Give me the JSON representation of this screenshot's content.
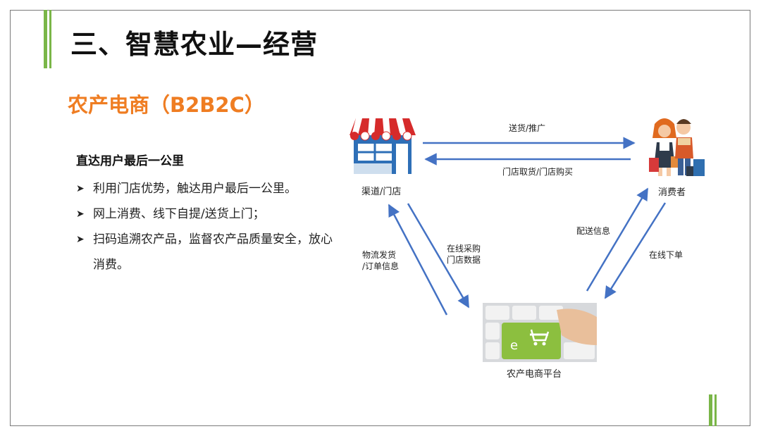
{
  "title": "三、智慧农业—经营",
  "subtitle": "农产电商（B2B2C）",
  "section_heading": "直达用户最后一公里",
  "bullets": [
    "利用门店优势，触达用户最后一公里。",
    "网上消费、线下自提/送货上门；",
    "扫码追溯农产品，监督农产品质量安全，放心消费。"
  ],
  "diagram": {
    "nodes": {
      "store": "渠道/门店",
      "consumer": "消费者",
      "platform": "农产电商平台"
    },
    "edges": {
      "store_to_consumer": "送货/推广",
      "consumer_to_store": "门店取货/门店购买",
      "store_to_platform_line1": "在线采购",
      "store_to_platform_line2": "门店数据",
      "platform_to_store_line1": "物流发货",
      "platform_to_store_line2": "/订单信息",
      "platform_to_consumer": "配送信息",
      "consumer_to_platform": "在线下单"
    },
    "platform_key_text": "e"
  },
  "colors": {
    "accent_orange": "#ef7d22",
    "accent_green": "#7ab648",
    "arrow_blue": "#4472c4",
    "store_blue": "#2e6fb7",
    "awning_red": "#d62b2b"
  }
}
